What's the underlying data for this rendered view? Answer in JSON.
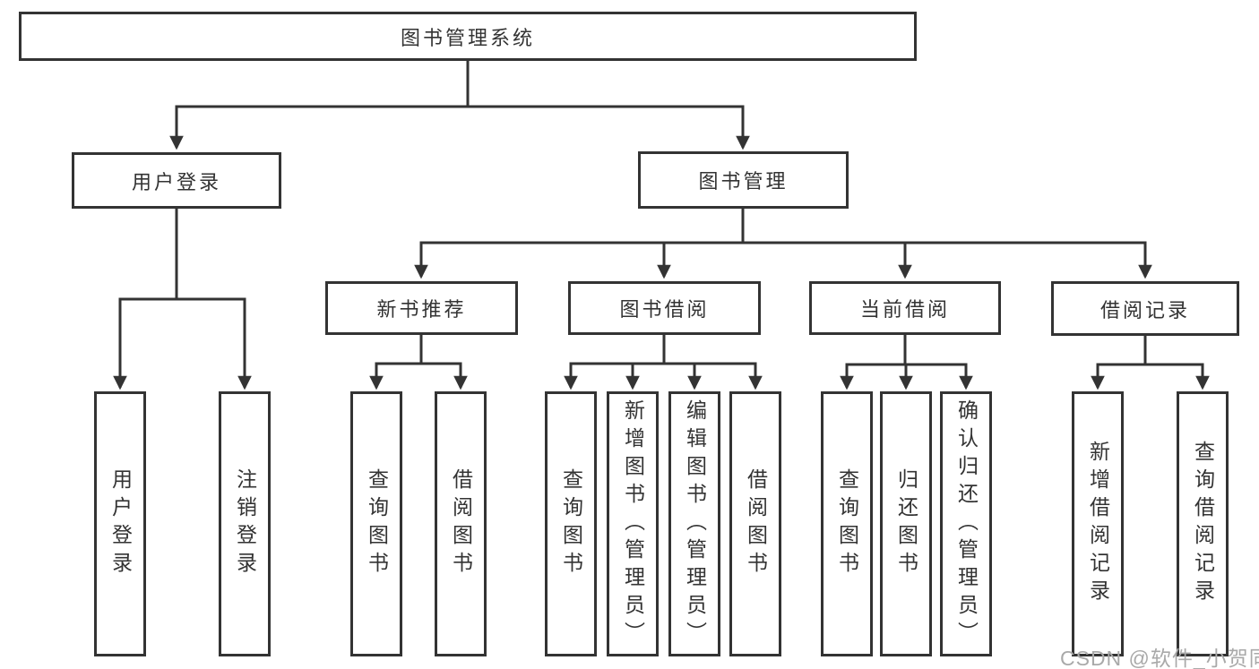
{
  "diagram": {
    "root": {
      "label": "图书管理系统"
    },
    "branches": [
      {
        "label": "用户登录",
        "children": [
          {
            "label": "用户登录"
          },
          {
            "label": "注销登录"
          }
        ]
      },
      {
        "label": "图书管理",
        "children": [
          {
            "label": "新书推荐",
            "children": [
              {
                "label": "查询图书"
              },
              {
                "label": "借阅图书"
              }
            ]
          },
          {
            "label": "图书借阅",
            "children": [
              {
                "label": "查询图书"
              },
              {
                "label": "新增图书（管理员）"
              },
              {
                "label": "编辑图书（管理员）"
              },
              {
                "label": "借阅图书"
              }
            ]
          },
          {
            "label": "当前借阅",
            "children": [
              {
                "label": "查询图书"
              },
              {
                "label": "归还图书"
              },
              {
                "label": "确认归还（管理员）"
              }
            ]
          },
          {
            "label": "借阅记录",
            "children": [
              {
                "label": "新增借阅记录"
              },
              {
                "label": "查询借阅记录"
              }
            ]
          }
        ]
      }
    ]
  },
  "watermark": {
    "text": "CSDN @软件_小贺同学"
  },
  "colors": {
    "line": "#333333",
    "box_border": "#333333",
    "text": "#333333",
    "watermark": "#a9a9a9",
    "background": "#ffffff"
  }
}
